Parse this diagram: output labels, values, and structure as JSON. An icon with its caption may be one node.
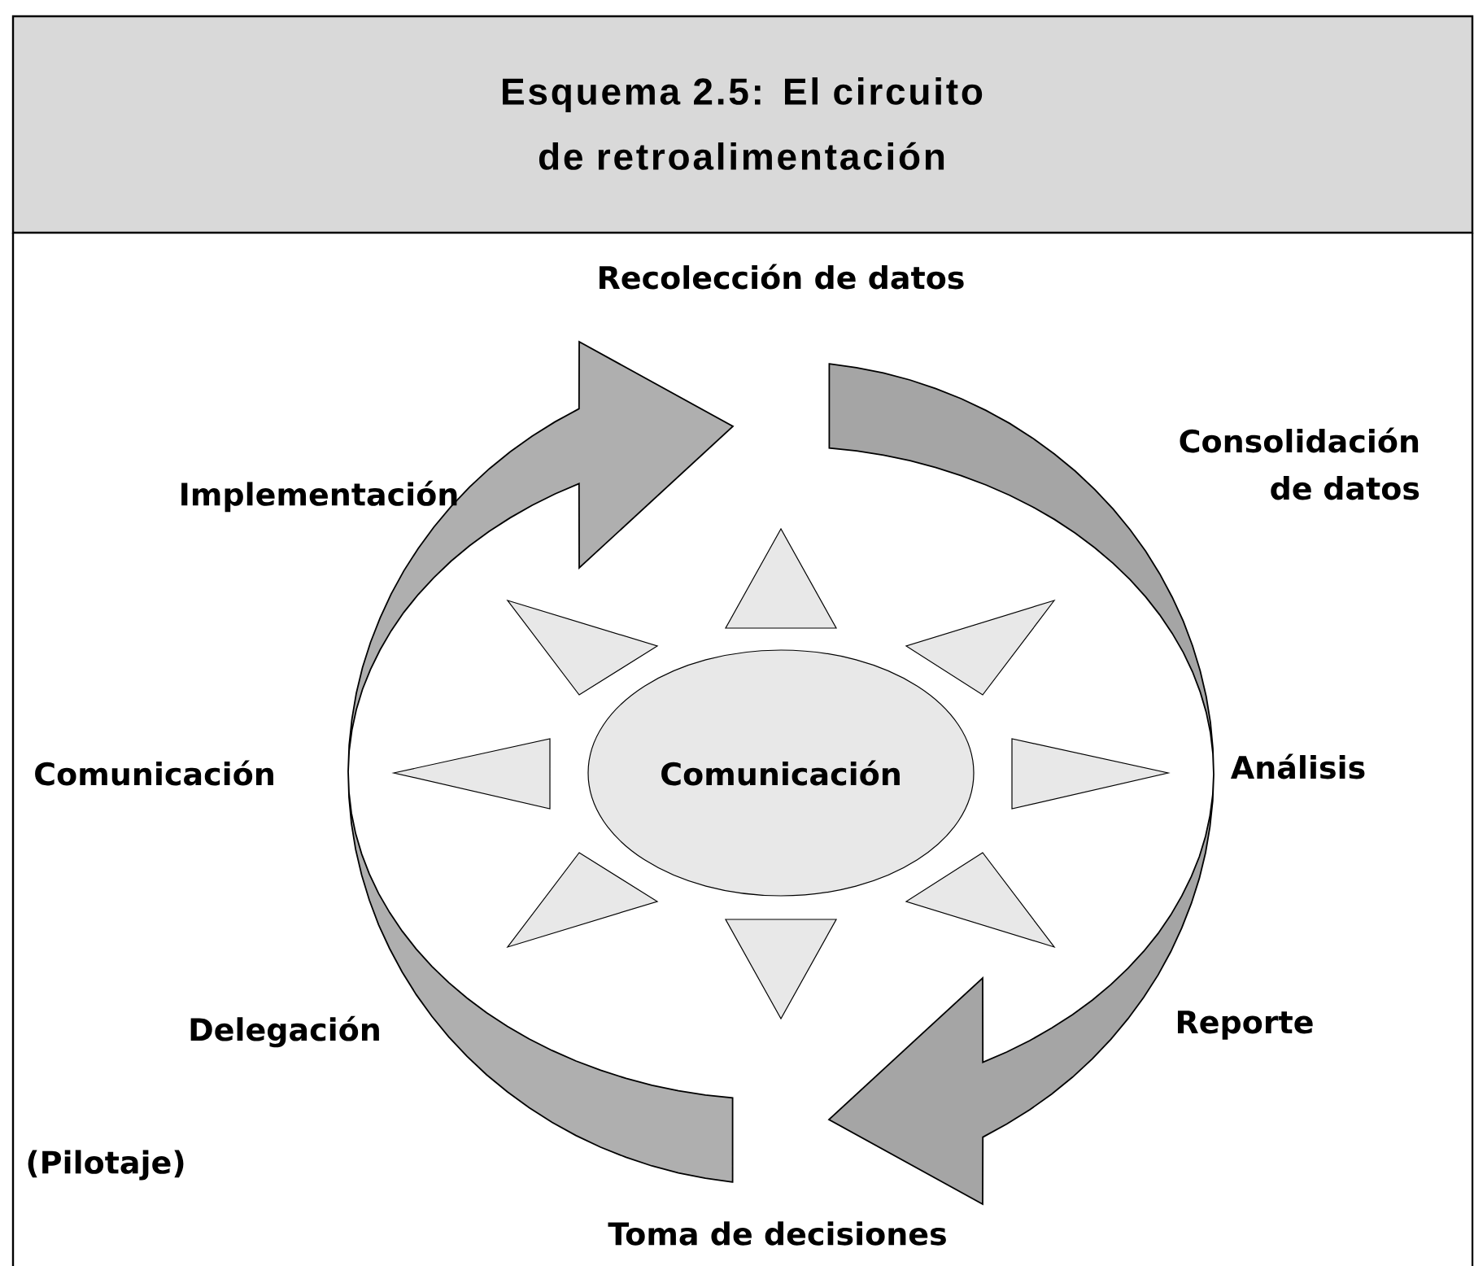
{
  "diagram": {
    "title": "Esquema 2.5: El circuito de retroalimentación",
    "nodes": [
      {
        "text": [
          "Comunicación"
        ]
      }
    ],
    "labels": [
      "Recolección de datos",
      "Implementación",
      "Consolidación de datos",
      "Comunicación",
      "Análisis",
      "Delegación",
      "Reporte",
      "(Pilotaje)",
      "Toma de decisiones"
    ]
  }
}
